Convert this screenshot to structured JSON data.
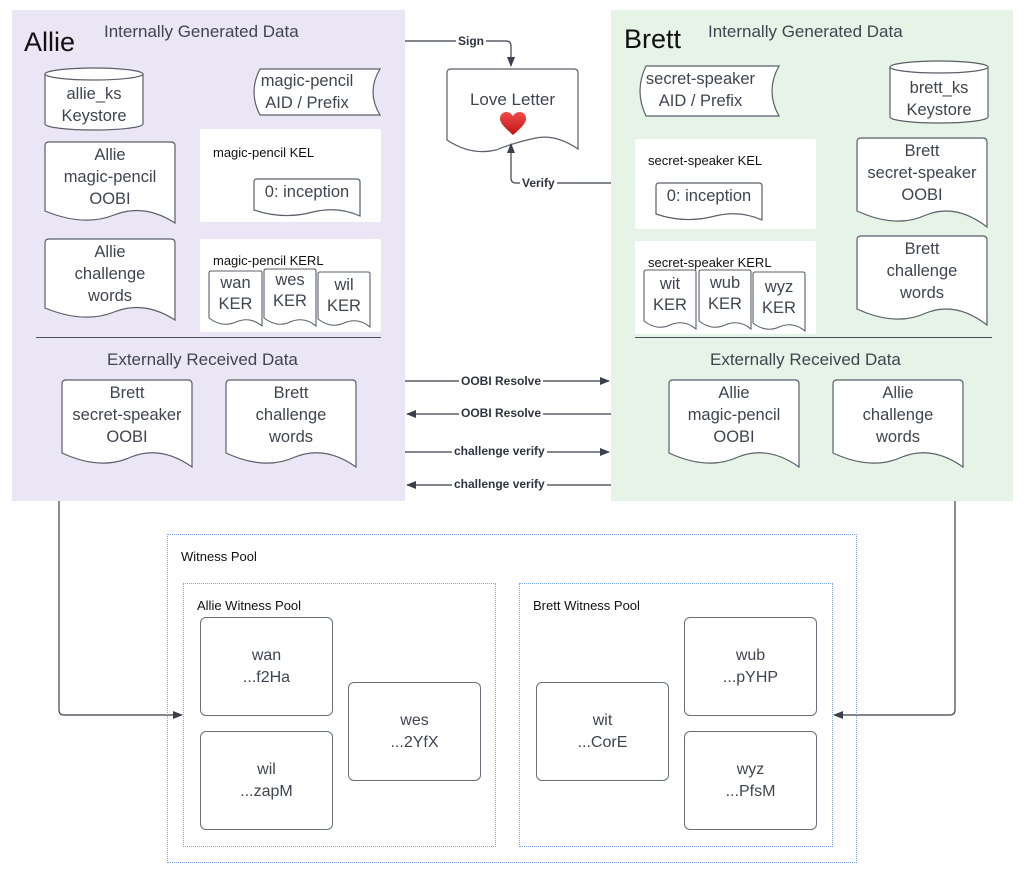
{
  "allie": {
    "name": "Allie",
    "internal_title": "Internally Generated Data",
    "keystore": [
      "allie_ks",
      "Keystore"
    ],
    "aid": [
      "magic-pencil",
      "AID / Prefix"
    ],
    "oobi": [
      "Allie",
      "magic-pencil",
      "OOBI"
    ],
    "kel_label": "magic-pencil KEL",
    "kel_event": "0: inception",
    "challenge": [
      "Allie",
      "challenge",
      "words"
    ],
    "kerl_label": "magic-pencil KERL",
    "kerl_items": [
      [
        "wan",
        "KER"
      ],
      [
        "wes",
        "KER"
      ],
      [
        "wil",
        "KER"
      ]
    ],
    "external_title": "Externally Received Data",
    "external_oobi": [
      "Brett",
      "secret-speaker",
      "OOBI"
    ],
    "external_challenge": [
      "Brett",
      "challenge",
      "words"
    ]
  },
  "brett": {
    "name": "Brett",
    "internal_title": "Internally Generated Data",
    "aid": [
      "secret-speaker",
      "AID / Prefix"
    ],
    "keystore": [
      "brett_ks",
      "Keystore"
    ],
    "kel_label": "secret-speaker KEL",
    "kel_event": "0: inception",
    "oobi": [
      "Brett",
      "secret-speaker",
      "OOBI"
    ],
    "kerl_label": "secret-speaker KERL",
    "kerl_items": [
      [
        "wit",
        "KER"
      ],
      [
        "wub",
        "KER"
      ],
      [
        "wyz",
        "KER"
      ]
    ],
    "challenge": [
      "Brett",
      "challenge",
      "words"
    ],
    "external_title": "Externally Received Data",
    "external_oobi": [
      "Allie",
      "magic-pencil",
      "OOBI"
    ],
    "external_challenge": [
      "Allie",
      "challenge",
      "words"
    ]
  },
  "letter": {
    "title": "Love Letter",
    "icon": "heart-icon",
    "heart_color": "#e02424"
  },
  "connectors": {
    "sign": "Sign",
    "verify": "Verify",
    "oobi_resolve_1": "OOBI Resolve",
    "oobi_resolve_2": "OOBI Resolve",
    "challenge_verify_1": "challenge verify",
    "challenge_verify_2": "challenge verify"
  },
  "witness_pool": {
    "title": "Witness Pool",
    "allie_pool": {
      "title": "Allie Witness Pool",
      "witnesses": [
        {
          "name": "wan",
          "id": "...f2Ha"
        },
        {
          "name": "wil",
          "id": "...zapM"
        },
        {
          "name": "wes",
          "id": "...2YfX"
        }
      ]
    },
    "brett_pool": {
      "title": "Brett Witness Pool",
      "witnesses": [
        {
          "name": "wit",
          "id": "...CorE"
        },
        {
          "name": "wub",
          "id": "...pYHP"
        },
        {
          "name": "wyz",
          "id": "...PfsM"
        }
      ]
    }
  },
  "colors": {
    "allie_panel": "#ebe6f5",
    "brett_panel": "#e5f4e6",
    "witness_border": "#7aa6e6",
    "line": "#3a3f4b"
  }
}
